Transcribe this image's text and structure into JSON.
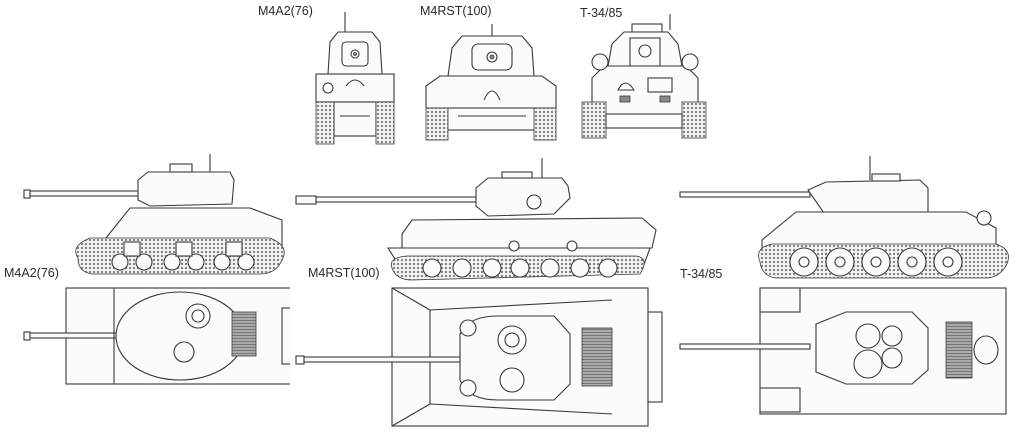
{
  "figure": {
    "description": "Three-view line drawings comparing three tanks",
    "background": "#ffffff",
    "line_color": "#3a3a3a"
  },
  "front_views": {
    "labels": [
      "M4A2(76)",
      "M4RST(100)",
      "T-34/85"
    ]
  },
  "side_views": {
    "labels": [
      "M4A2(76)",
      "M4RST(100)",
      "T-34/85"
    ]
  },
  "tanks": [
    {
      "name": "M4A2(76)",
      "views": [
        "front",
        "side",
        "top"
      ]
    },
    {
      "name": "M4RST(100)",
      "views": [
        "front",
        "side",
        "top"
      ]
    },
    {
      "name": "T-34/85",
      "views": [
        "front",
        "side",
        "top"
      ]
    }
  ]
}
